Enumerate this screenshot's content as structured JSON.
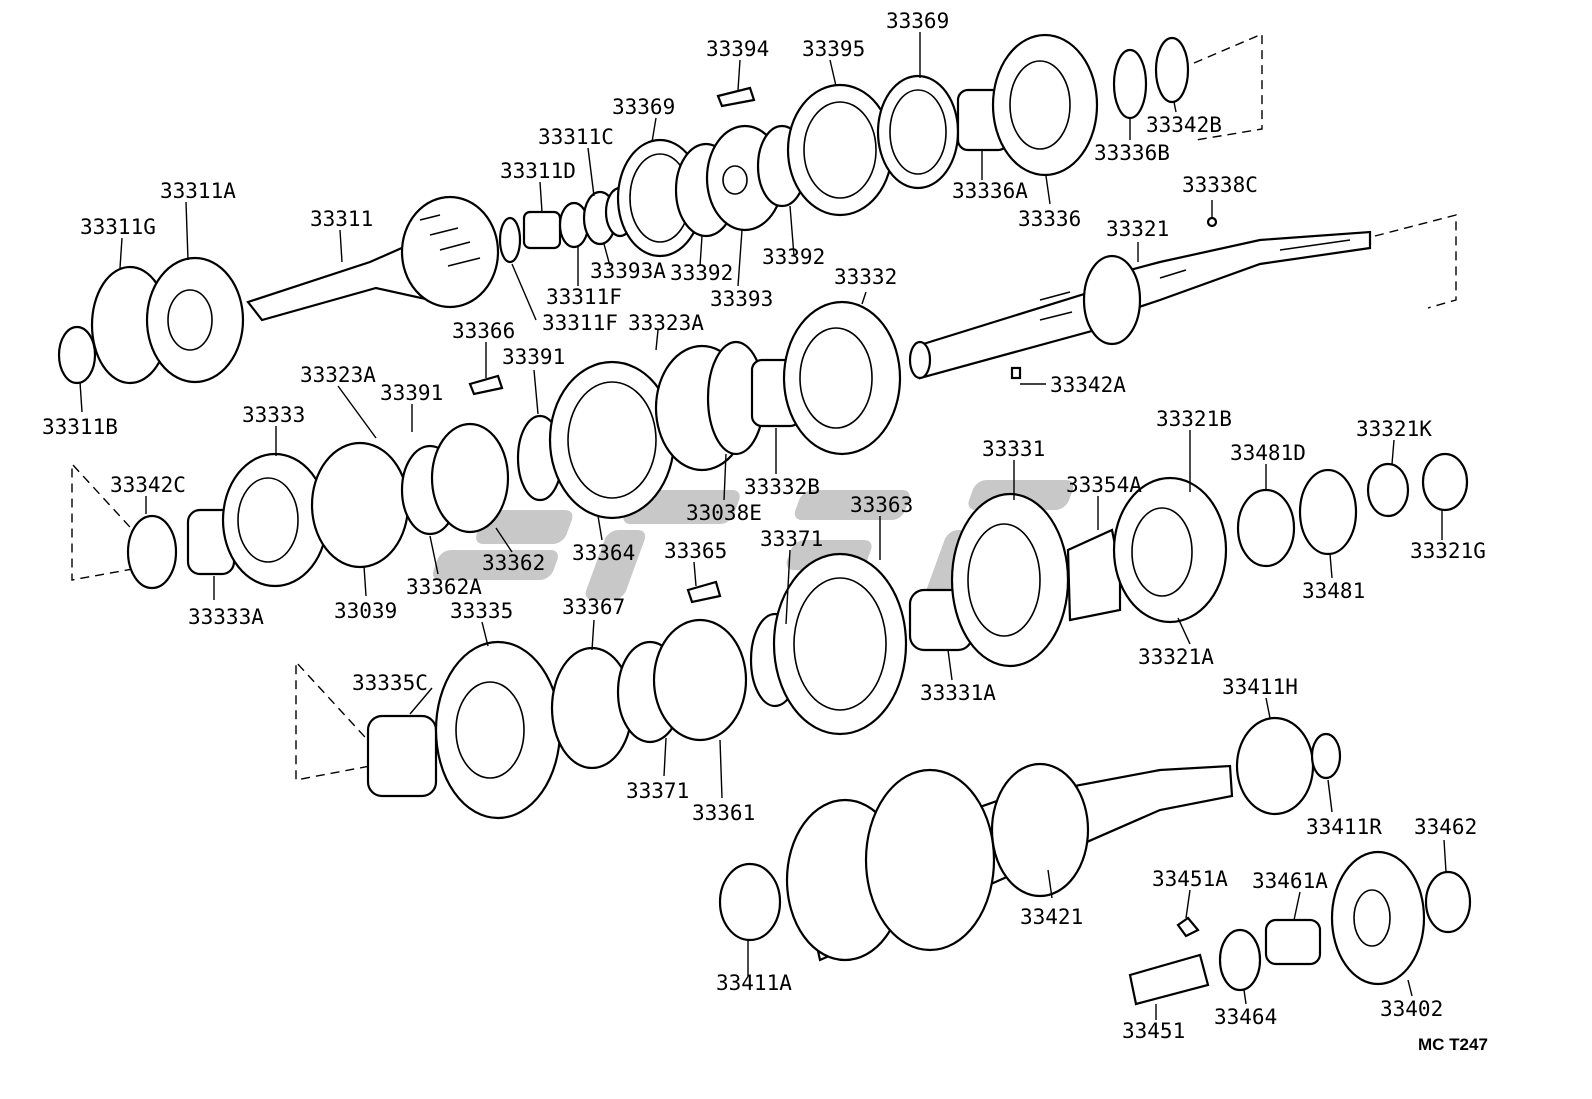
{
  "labels": {
    "p33394": "33394",
    "p33395": "33395",
    "p33369_top": "33369",
    "p33369_mid": "33369",
    "p33311C": "33311C",
    "p33311D": "33311D",
    "p33311A": "33311A",
    "p33311G": "33311G",
    "p33311": "33311",
    "p33311B": "33311B",
    "p33311F_a": "33311F",
    "p33311F_b": "33311F",
    "p33323A_a": "33323A",
    "p33323A_b": "33323A",
    "p33393A": "33393A",
    "p33392_a": "33392",
    "p33392_b": "33392",
    "p33393": "33393",
    "p33336A": "33336A",
    "p33336": "33336",
    "p33336B": "33336B",
    "p33342B": "33342B",
    "p33338C": "33338C",
    "p33321": "33321",
    "p33332": "33332",
    "p33366": "33366",
    "p33391_a": "33391",
    "p33391_b": "33391",
    "p33333": "33333",
    "p33342A": "33342A",
    "p33342C": "33342C",
    "p33333A": "33333A",
    "p33039": "33039",
    "p33362A": "33362A",
    "p33362": "33362",
    "p33364": "33364",
    "p33038E": "33038E",
    "p33332B": "33332B",
    "p33331": "33331",
    "p33363": "33363",
    "p33354A": "33354A",
    "p33321B": "33321B",
    "p33481D": "33481D",
    "p33321K": "33321K",
    "p33321G": "33321G",
    "p33481": "33481",
    "p33321A": "33321A",
    "p33365": "33365",
    "p33371_a": "33371",
    "p33371_b": "33371",
    "p33335": "33335",
    "p33367": "33367",
    "p33335C": "33335C",
    "p33331A": "33331A",
    "p33361": "33361",
    "p33411H": "33411H",
    "p33411R": "33411R",
    "p33462": "33462",
    "p33421": "33421",
    "p33451A": "33451A",
    "p33461A": "33461A",
    "p33411A": "33411A",
    "p33451": "33451",
    "p33464": "33464",
    "p33402": "33402"
  },
  "drawing_code": "MC T247"
}
